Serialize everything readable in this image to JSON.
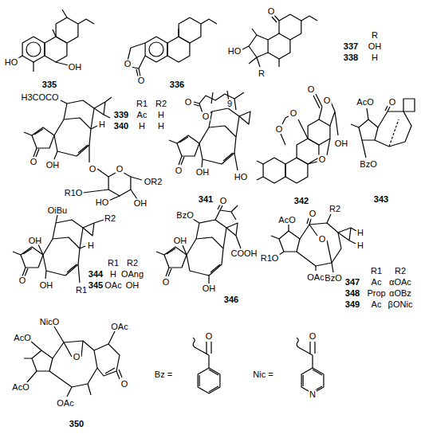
{
  "diagram": {
    "labels": [
      "HO",
      "OH",
      "335",
      "O",
      "O",
      "336",
      "O",
      "HO",
      "R",
      "R",
      "337",
      "OH",
      "338",
      "H",
      "H3COCO",
      "O",
      "OH",
      "H",
      "O",
      "O",
      "R1O",
      "OR2",
      "HO",
      "OH",
      "R1",
      "R2",
      "339",
      "Ac",
      "H",
      "340",
      "H",
      "H",
      "O",
      "O",
      "9",
      "O",
      "OH",
      "HO",
      "341",
      "O",
      "O",
      "O",
      "O",
      "OH",
      "O",
      "342",
      "AcO",
      "O",
      "BzO",
      "343",
      "OiBu",
      "H",
      "R2",
      "O",
      "OH",
      "OH",
      "R1",
      "R1",
      "R2",
      "344",
      "H",
      "OAng",
      "345",
      "OAc",
      "OH",
      "BzO",
      "O",
      "COOH",
      "O",
      "OH",
      "OH",
      "346",
      "AcO",
      "O",
      "R2",
      "O",
      "R1O",
      "OAc",
      "BzO",
      "H",
      "H",
      "R1",
      "R2",
      "347",
      "Ac",
      "αOAc",
      "348",
      "Prop",
      "αOBz",
      "349",
      "Ac",
      "βONic",
      "NicO",
      "AcO",
      "O",
      "OAc",
      "AcO",
      "OAc",
      "O",
      "350",
      "Bz =",
      "O",
      "Nic =",
      "O",
      "N"
    ]
  }
}
